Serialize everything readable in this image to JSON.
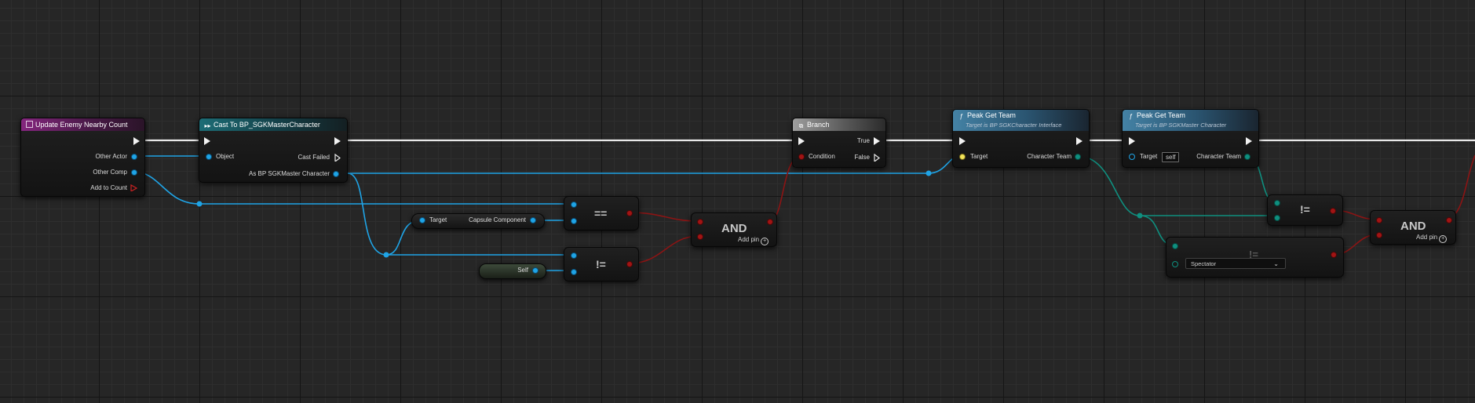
{
  "colors": {
    "exec": "#f2f2f2",
    "object": "#1fa4e6",
    "boolean": "#a11414",
    "enum": "#0f8f7f",
    "event_header": "#84267e",
    "cast_header": "#1d6d76",
    "branch_header": "#9e9e9e",
    "function_header": "#4482a5"
  },
  "nodes": {
    "update_event": {
      "title": "Update Enemy Nearby Count",
      "icon": "event-icon",
      "pins": {
        "other_actor": "Other Actor",
        "other_comp": "Other Comp",
        "add_to_count": "Add to Count"
      }
    },
    "cast": {
      "title": "Cast To BP_SGKMasterCharacter",
      "icon": "cast-icon",
      "pins": {
        "object": "Object",
        "cast_failed": "Cast Failed",
        "as_bp": "As BP SGKMaster Character"
      }
    },
    "capsule_getter": {
      "target": "Target",
      "output": "Capsule Component"
    },
    "self_node": {
      "label": "Self"
    },
    "equal_node": {
      "op": "=="
    },
    "not_equal_node": {
      "op": "!="
    },
    "and_left": {
      "title": "AND",
      "add_pin": "Add pin"
    },
    "branch": {
      "title": "Branch",
      "icon": "branch-icon",
      "pins": {
        "condition": "Condition",
        "true": "True",
        "false": "False"
      }
    },
    "peak_get_team_1": {
      "title": "Peak Get Team",
      "subtitle": "Target is BP SGKCharacter Interface",
      "icon": "function-icon",
      "pins": {
        "target": "Target",
        "character_team": "Character Team"
      }
    },
    "peak_get_team_2": {
      "title": "Peak Get Team",
      "subtitle": "Target is BP SGKMaster Character",
      "icon": "function-icon",
      "pins": {
        "target": "Target",
        "target_value": "self",
        "character_team": "Character Team"
      }
    },
    "not_equal_right": {
      "op": "!="
    },
    "not_equal_enum": {
      "op": "!=",
      "dropdown_value": "Spectator"
    },
    "and_right": {
      "title": "AND",
      "add_pin": "Add pin"
    }
  }
}
